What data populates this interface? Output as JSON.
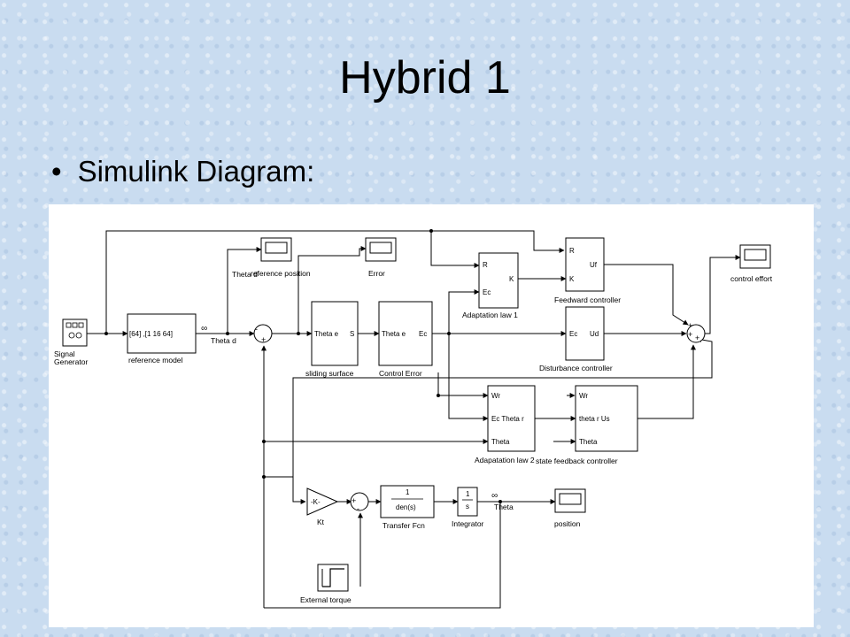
{
  "slide": {
    "title": "Hybrid 1",
    "bullet": "Simulink Diagram:"
  },
  "diagram": {
    "blocks": {
      "signal_generator": {
        "caption1": "Signal",
        "caption2": "Generator"
      },
      "reference_model": {
        "text": "[64] ,[1  16 64]",
        "caption": "reference model"
      },
      "reference_position": {
        "caption": "reference position"
      },
      "error_scope": {
        "caption": "Error"
      },
      "sliding_surface": {
        "in": "Theta e",
        "out": "S",
        "caption": "sliding surface"
      },
      "control_error": {
        "in": "Theta e",
        "out": "Ec",
        "caption": "Control Error"
      },
      "adaptation_law_1": {
        "in1": "R",
        "in2": "Ec",
        "out": "K",
        "caption": "Adaptation law 1"
      },
      "feedward_controller": {
        "in1": "R",
        "in2": "K",
        "out": "Uf",
        "caption": "Feedward controller"
      },
      "disturbance_controller": {
        "in": "Ec",
        "out": "Ud",
        "caption": "Disturbance controller"
      },
      "control_effort": {
        "caption": "control effort"
      },
      "adapatation_law_2": {
        "in1": "Wr",
        "in2": "Ec Theta r",
        "in3": "Theta",
        "caption": "Adapatation law 2"
      },
      "state_feedback_controller": {
        "in1": "Wr",
        "in2": "theta r  Us",
        "in3": "Theta",
        "caption": "state feedback controller"
      },
      "kt_gain": {
        "text": "-K-",
        "caption": "Kt"
      },
      "transfer_fcn": {
        "num": "1",
        "den": "den(s)",
        "caption": "Transfer Fcn"
      },
      "integrator": {
        "num": "1",
        "den": "s",
        "caption": "Integrator"
      },
      "position_scope": {
        "caption": "position"
      },
      "external_torque": {
        "caption": "External torque"
      }
    },
    "signals": {
      "theta_d": "Theta d",
      "theta": "Theta"
    }
  }
}
